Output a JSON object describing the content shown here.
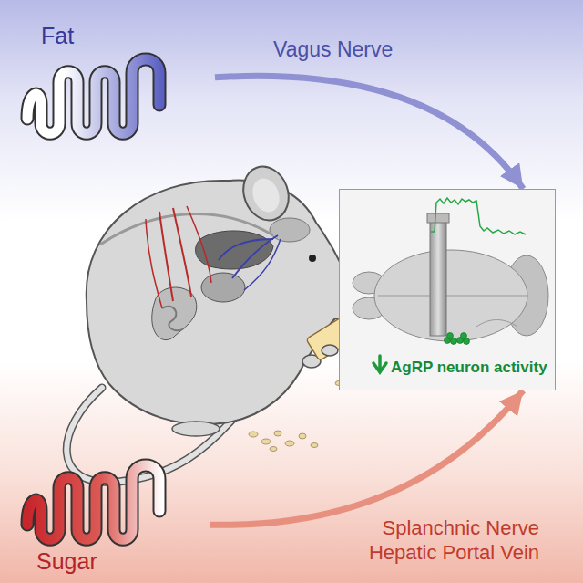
{
  "diagram": {
    "nodes": [
      {
        "text": [
          "Fat"
        ]
      },
      {
        "text": [
          "AgRP neuron activity"
        ]
      },
      {
        "text": [
          "Sugar"
        ]
      }
    ],
    "edges": [
      {
        "from": 0,
        "to": 1,
        "arrow": "to",
        "label": "Vagus Nerve"
      },
      {
        "from": 2,
        "to": 1,
        "arrow": "to",
        "label": "Splanchnic Nerve Hepatic Portal Vein"
      }
    ]
  }
}
